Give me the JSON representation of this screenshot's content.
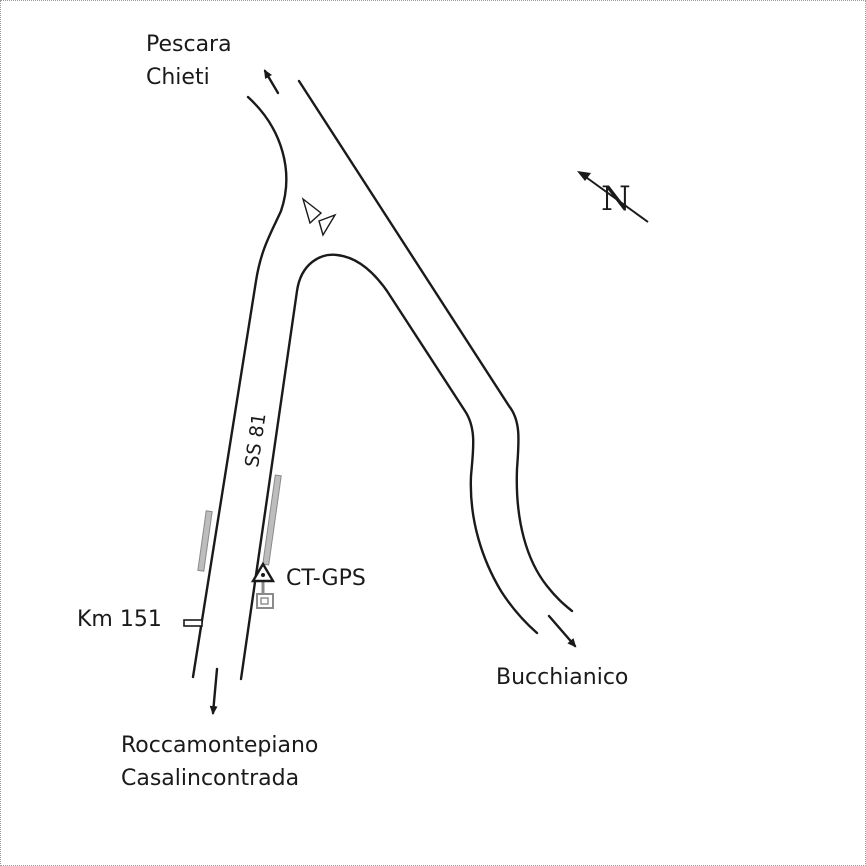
{
  "map": {
    "destinations": {
      "north_line1": "Pescara",
      "north_line2": "Chieti",
      "southeast": "Bucchianico",
      "south_line1": "Roccamontepiano",
      "south_line2": "Casalincontrada"
    },
    "road_name": "SS 81",
    "station_label": "CT-GPS",
    "km_marker_label": "Km 151",
    "north_symbol": "N",
    "colors": {
      "ink": "#1a1a1a",
      "feature_gray": "#bdbdbd",
      "border": "#9a9a9a"
    },
    "icons": [
      "north-arrow-icon",
      "station-triangle-icon",
      "station-building-icon",
      "km-post-icon"
    ]
  }
}
